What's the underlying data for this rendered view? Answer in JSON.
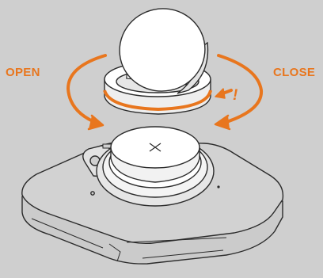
{
  "labels": {
    "open": "OPEN",
    "close": "CLOSE",
    "warning": "!"
  },
  "colors": {
    "background": "#cfcfcf",
    "accent": "#e8761e",
    "outline": "#2b2b2b",
    "fill": "#ffffff"
  },
  "icons": {
    "battery_mark": "plus-sign",
    "open_arrow": "counterclockwise-arrow",
    "close_arrow": "clockwise-arrow",
    "gasket_arrow": "pointer-arrow"
  }
}
